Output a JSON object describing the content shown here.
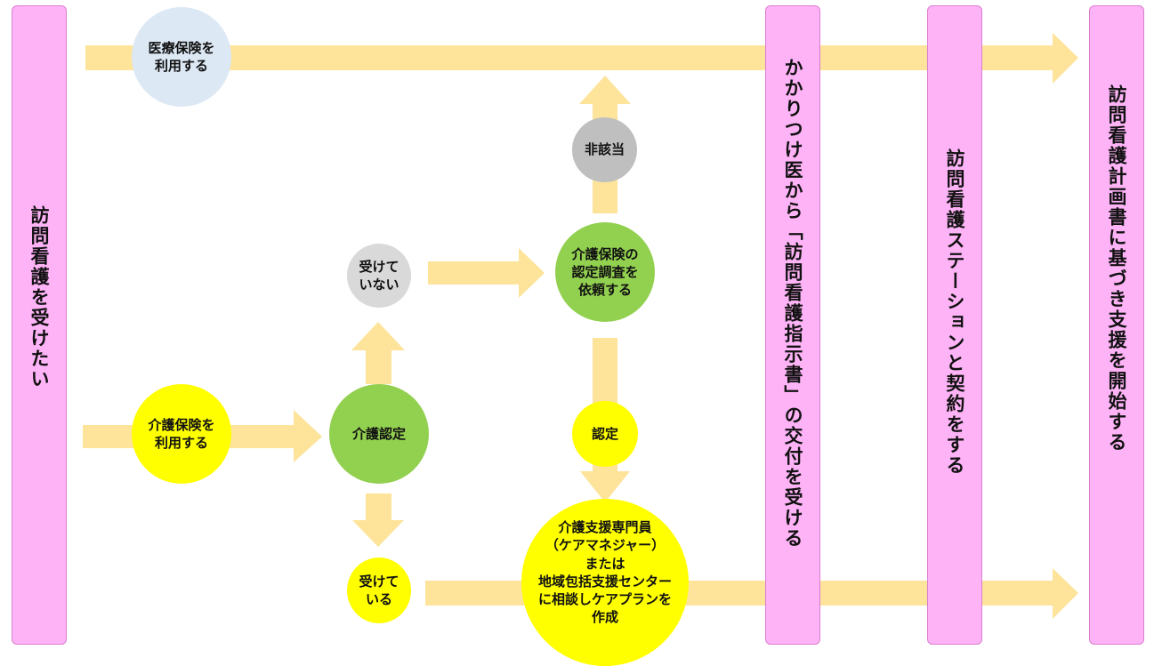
{
  "pillars": {
    "want_visit_nursing": "訪問看護を受けたい",
    "doctor_instruction": "かかりつけ医から「訪問看護指示書」の交付を受ける",
    "station_contract": "訪問看護ステーションと契約をする",
    "start_support": "訪問看護計画書に基づき支援を開始する"
  },
  "nodes": {
    "medical_insurance": "医療保険を\n利用する",
    "care_insurance": "介護保険を\n利用する",
    "care_certification": "介護認定",
    "not_received": "受けて\nいない",
    "received": "受けて\nいる",
    "request_assessment": "介護保険の\n認定調査を\n依頼する",
    "not_applicable": "非該当",
    "certified": "認定",
    "care_manager": "介護支援専門員\n（ケアマネジャー）\nまたは\n地域包括支援センター\nに相談しケアプランを\n作成"
  },
  "colors": {
    "pillar": "#ffb3f7",
    "arrow": "#fde49a",
    "light_blue": "#dce8f4",
    "yellow": "#ffff00",
    "green": "#92d050",
    "gray": "#d9d9d9",
    "dark_gray": "#bfbfbf"
  }
}
